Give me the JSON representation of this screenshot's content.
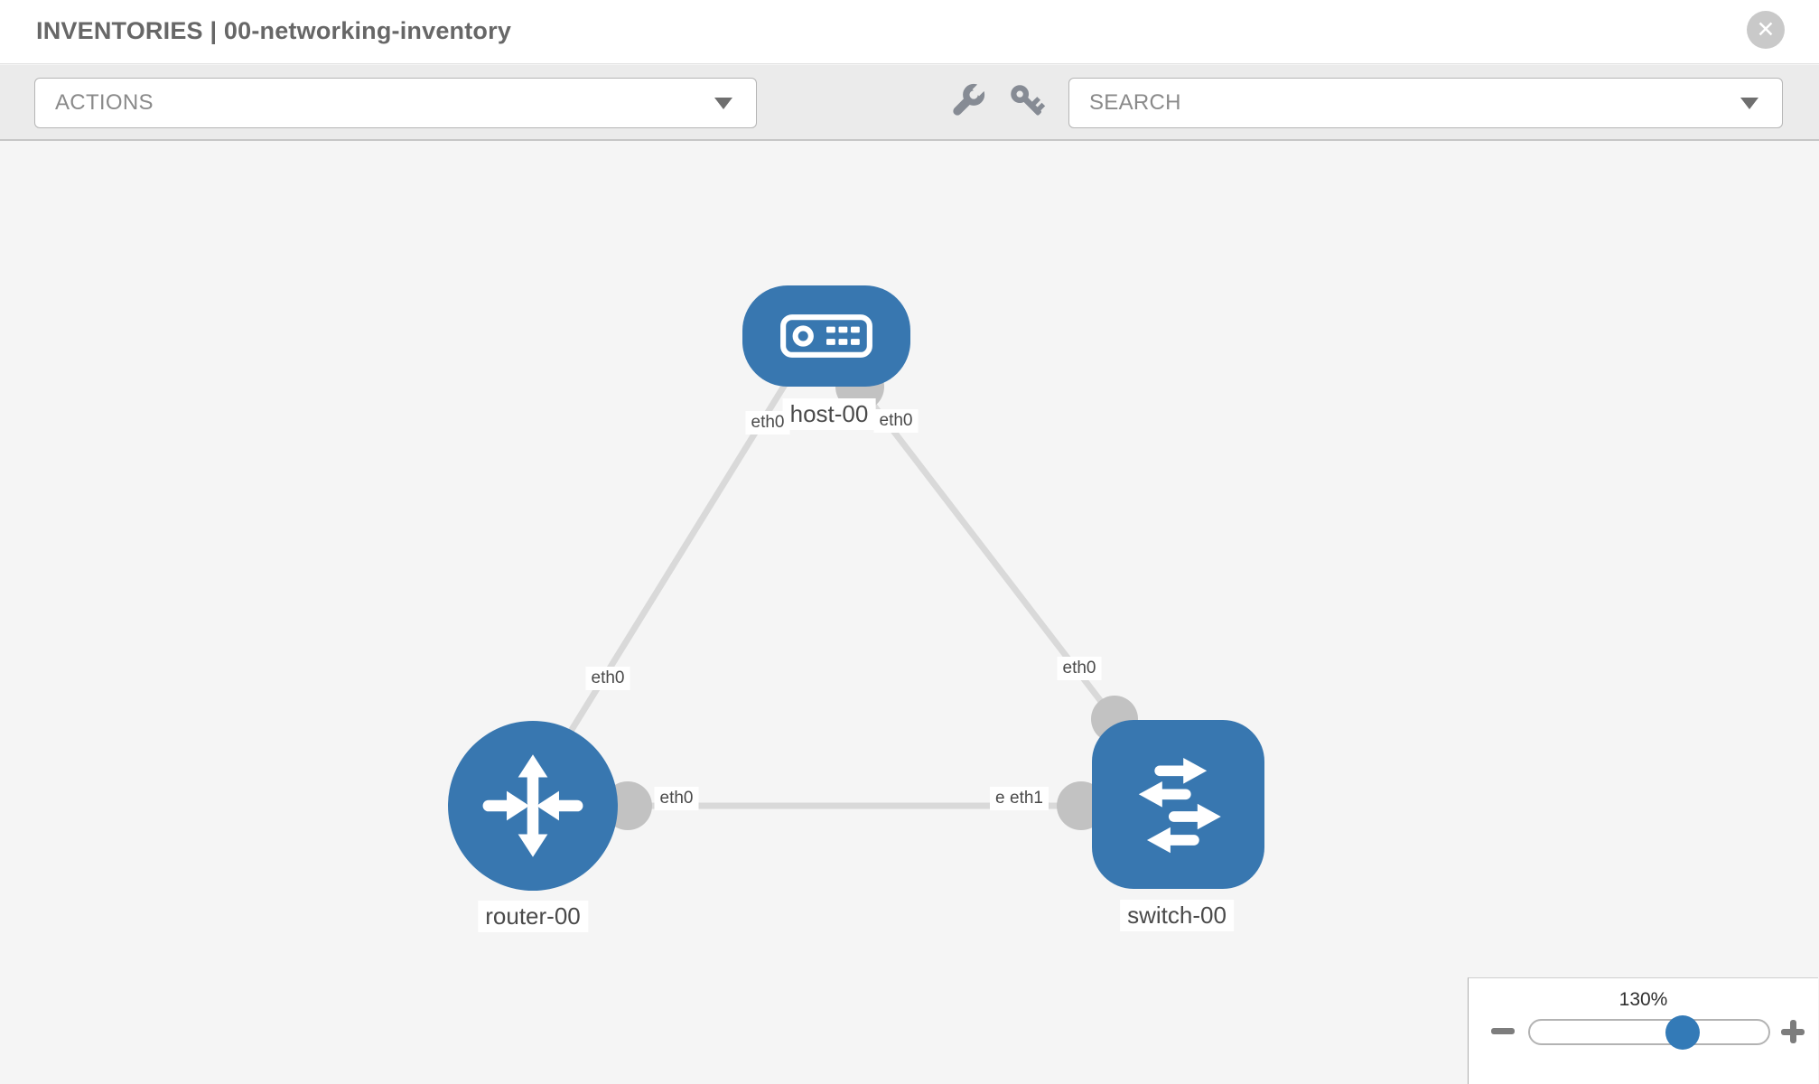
{
  "window": {
    "title": "INVENTORIES | 00-networking-inventory",
    "close_glyph": "✕"
  },
  "toolbar": {
    "actions": {
      "label": "ACTIONS"
    },
    "search": {
      "label": "SEARCH"
    },
    "tools": [
      {
        "icon": "wrench-icon"
      },
      {
        "icon": "key-icon"
      }
    ]
  },
  "topology": {
    "nodes": [
      {
        "label": "host-00",
        "type": "host"
      },
      {
        "label": "router-00",
        "type": "router"
      },
      {
        "label": "switch-00",
        "type": "switch"
      }
    ],
    "links": [
      {
        "from": "host-00",
        "to": "router-00",
        "from_interface": "eth0",
        "to_interface": "eth0"
      },
      {
        "from": "host-00",
        "to": "switch-00",
        "from_interface": "eth0",
        "to_interface": "eth0"
      },
      {
        "from": "router-00",
        "to": "switch-00",
        "from_interface": "eth0",
        "to_interface": "eth1"
      }
    ],
    "interface_labels": {
      "host_to_router": "eth0",
      "host_to_switch": "eth0",
      "router_to_host": "eth0",
      "switch_to_host": "eth0",
      "router_to_switch": "eth0",
      "switch_to_router": "eth1",
      "switch_to_router_overlapped": "eth0"
    }
  },
  "zoom_control": {
    "level": "130%"
  },
  "colors": {
    "node_blue": "#3877b0",
    "slider_thumb_blue": "#337ab7",
    "port_gray": "#c2c2c2",
    "link_gray": "#d9d9d9",
    "canvas_bg": "#f5f5f5",
    "toolbar_bg": "#ebebeb",
    "label_text": "#4a4a4a"
  }
}
